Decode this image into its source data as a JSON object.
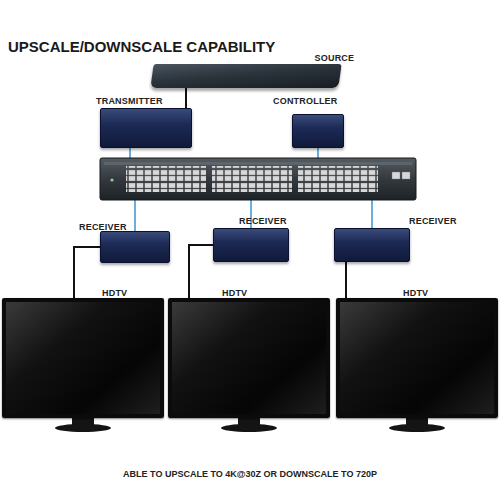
{
  "diagram": {
    "title": "UPSCALE/DOWNSCALE CAPABILITY",
    "caption": "ABLE TO UPSCALE TO 4K@30Z OR DOWNSCALE TO 720P",
    "nodes": [
      {
        "text": [
          "SOURCE"
        ]
      },
      {
        "text": [
          "TRANSMITTER"
        ]
      },
      {
        "text": [
          "CONTROLLER"
        ]
      },
      {
        "text": [
          "RECEIVER"
        ]
      },
      {
        "text": [
          "RECEIVER"
        ]
      },
      {
        "text": [
          "RECEIVER"
        ]
      },
      {
        "text": [
          "HDTV"
        ]
      },
      {
        "text": [
          "HDTV"
        ]
      },
      {
        "text": [
          "HDTV"
        ]
      }
    ],
    "edges": [
      {
        "from": 0,
        "to": 1,
        "arrow": "none"
      },
      {
        "from": 3,
        "to": 6,
        "arrow": "none"
      },
      {
        "from": 4,
        "to": 7,
        "arrow": "none"
      },
      {
        "from": 5,
        "to": 8,
        "arrow": "none"
      }
    ]
  }
}
